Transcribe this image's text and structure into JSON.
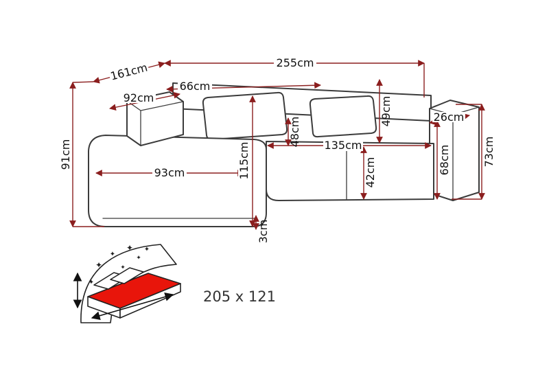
{
  "diagram": {
    "dimensions": {
      "total_width": "255cm",
      "back_edge": "161cm",
      "left_arm_width": "92cm",
      "back_cushion_width": "66cm",
      "back_cushion_height": "49cm",
      "right_arm_width": "26cm",
      "height_right": "73cm",
      "height_left": "91cm",
      "chaise_seat_width": "93cm",
      "chaise_depth": "115cm",
      "backrest_depth": "48cm",
      "seat_width": "135cm",
      "arm_depth": "68cm",
      "seat_depth": "42cm",
      "plinth_height": "3cm"
    },
    "sleeping_area": {
      "size": "205 x 121"
    },
    "icons": {
      "star": "✦"
    },
    "colors": {
      "dimension_line": "#8b1e1e",
      "sofa_outline": "#3b3b3b",
      "mattress_red": "#e8150b",
      "text": "#111111"
    }
  }
}
